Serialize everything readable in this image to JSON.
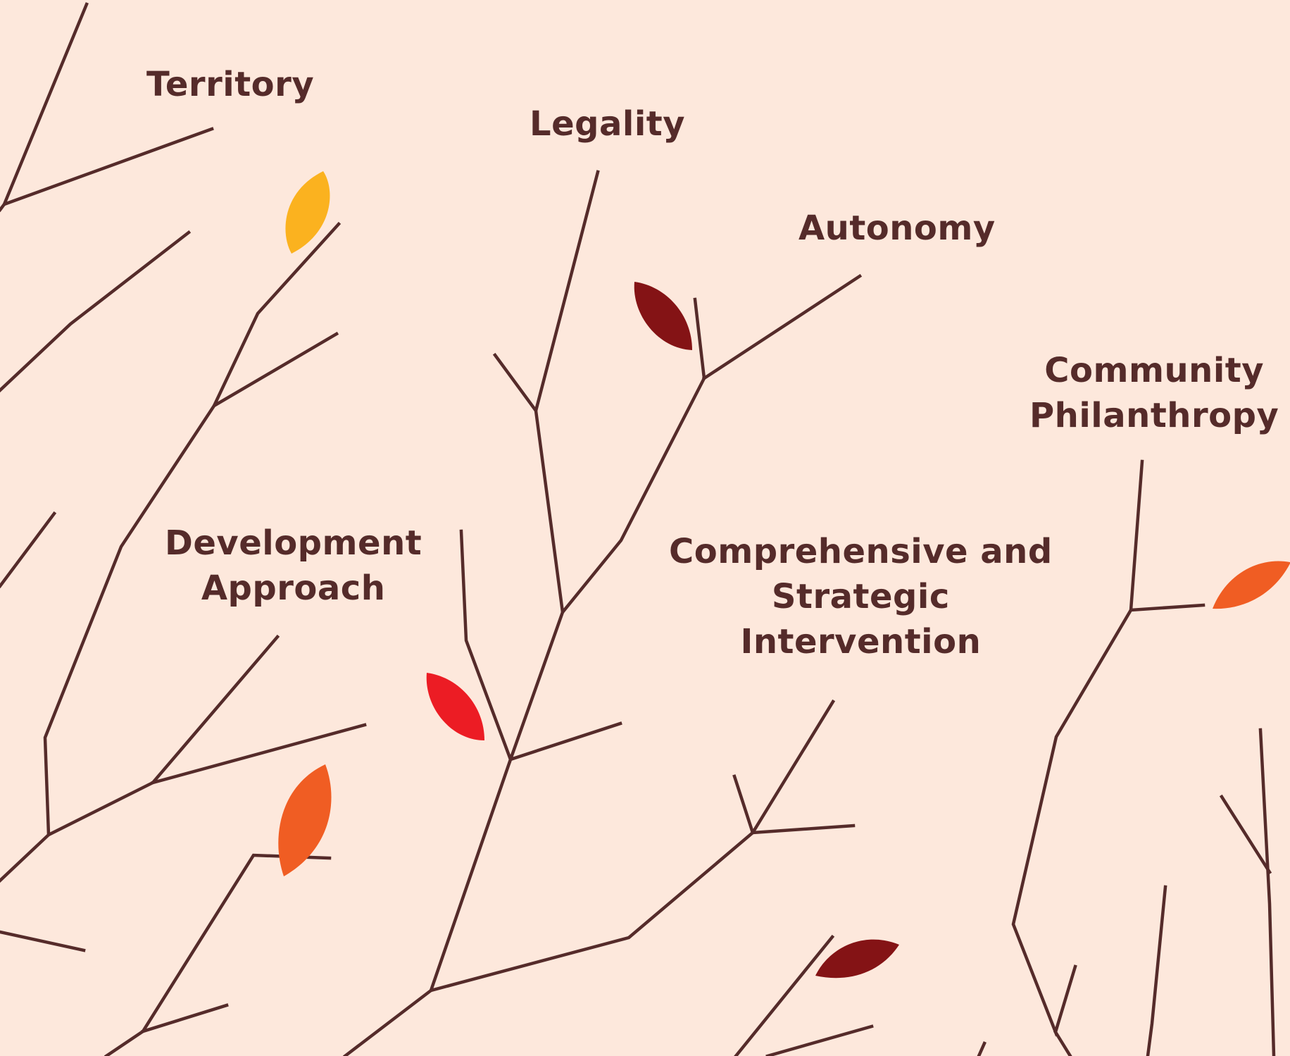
{
  "colors": {
    "background": "#fde8dc",
    "branch": "#552b2a",
    "text": "#552b2a",
    "leaf_yellow": "#fbb21f",
    "leaf_orange": "#f05d23",
    "leaf_red": "#ec1c24",
    "leaf_maroon": "#841315"
  },
  "labels": {
    "territory": "Territory",
    "legality": "Legality",
    "autonomy": "Autonomy",
    "community_philanthropy": [
      "Community",
      "Philanthropy"
    ],
    "development_approach": [
      "Development",
      "Approach"
    ],
    "comprehensive_intervention": [
      "Comprehensive and",
      "Strategic",
      "Intervention"
    ]
  },
  "leaves": [
    {
      "name": "leaf-yellow",
      "color": "leaf_yellow"
    },
    {
      "name": "leaf-maroon-top",
      "color": "leaf_maroon"
    },
    {
      "name": "leaf-orange-right",
      "color": "leaf_orange"
    },
    {
      "name": "leaf-red",
      "color": "leaf_red"
    },
    {
      "name": "leaf-orange-left",
      "color": "leaf_orange"
    },
    {
      "name": "leaf-maroon-bottom",
      "color": "leaf_maroon"
    }
  ]
}
